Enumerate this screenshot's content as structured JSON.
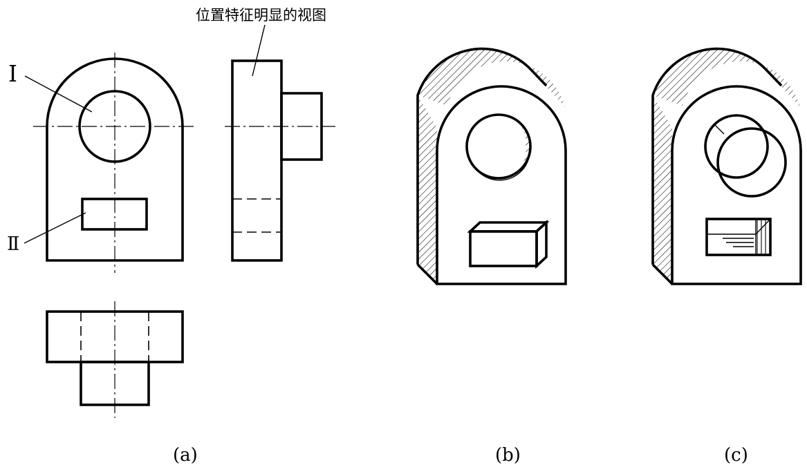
{
  "annotation": {
    "text": "位置特征明显的视图"
  },
  "labels": {
    "part_1": "I",
    "part_2": "Ⅱ"
  },
  "captions": {
    "a": "(a)",
    "b": "(b)",
    "c": "(c)"
  }
}
